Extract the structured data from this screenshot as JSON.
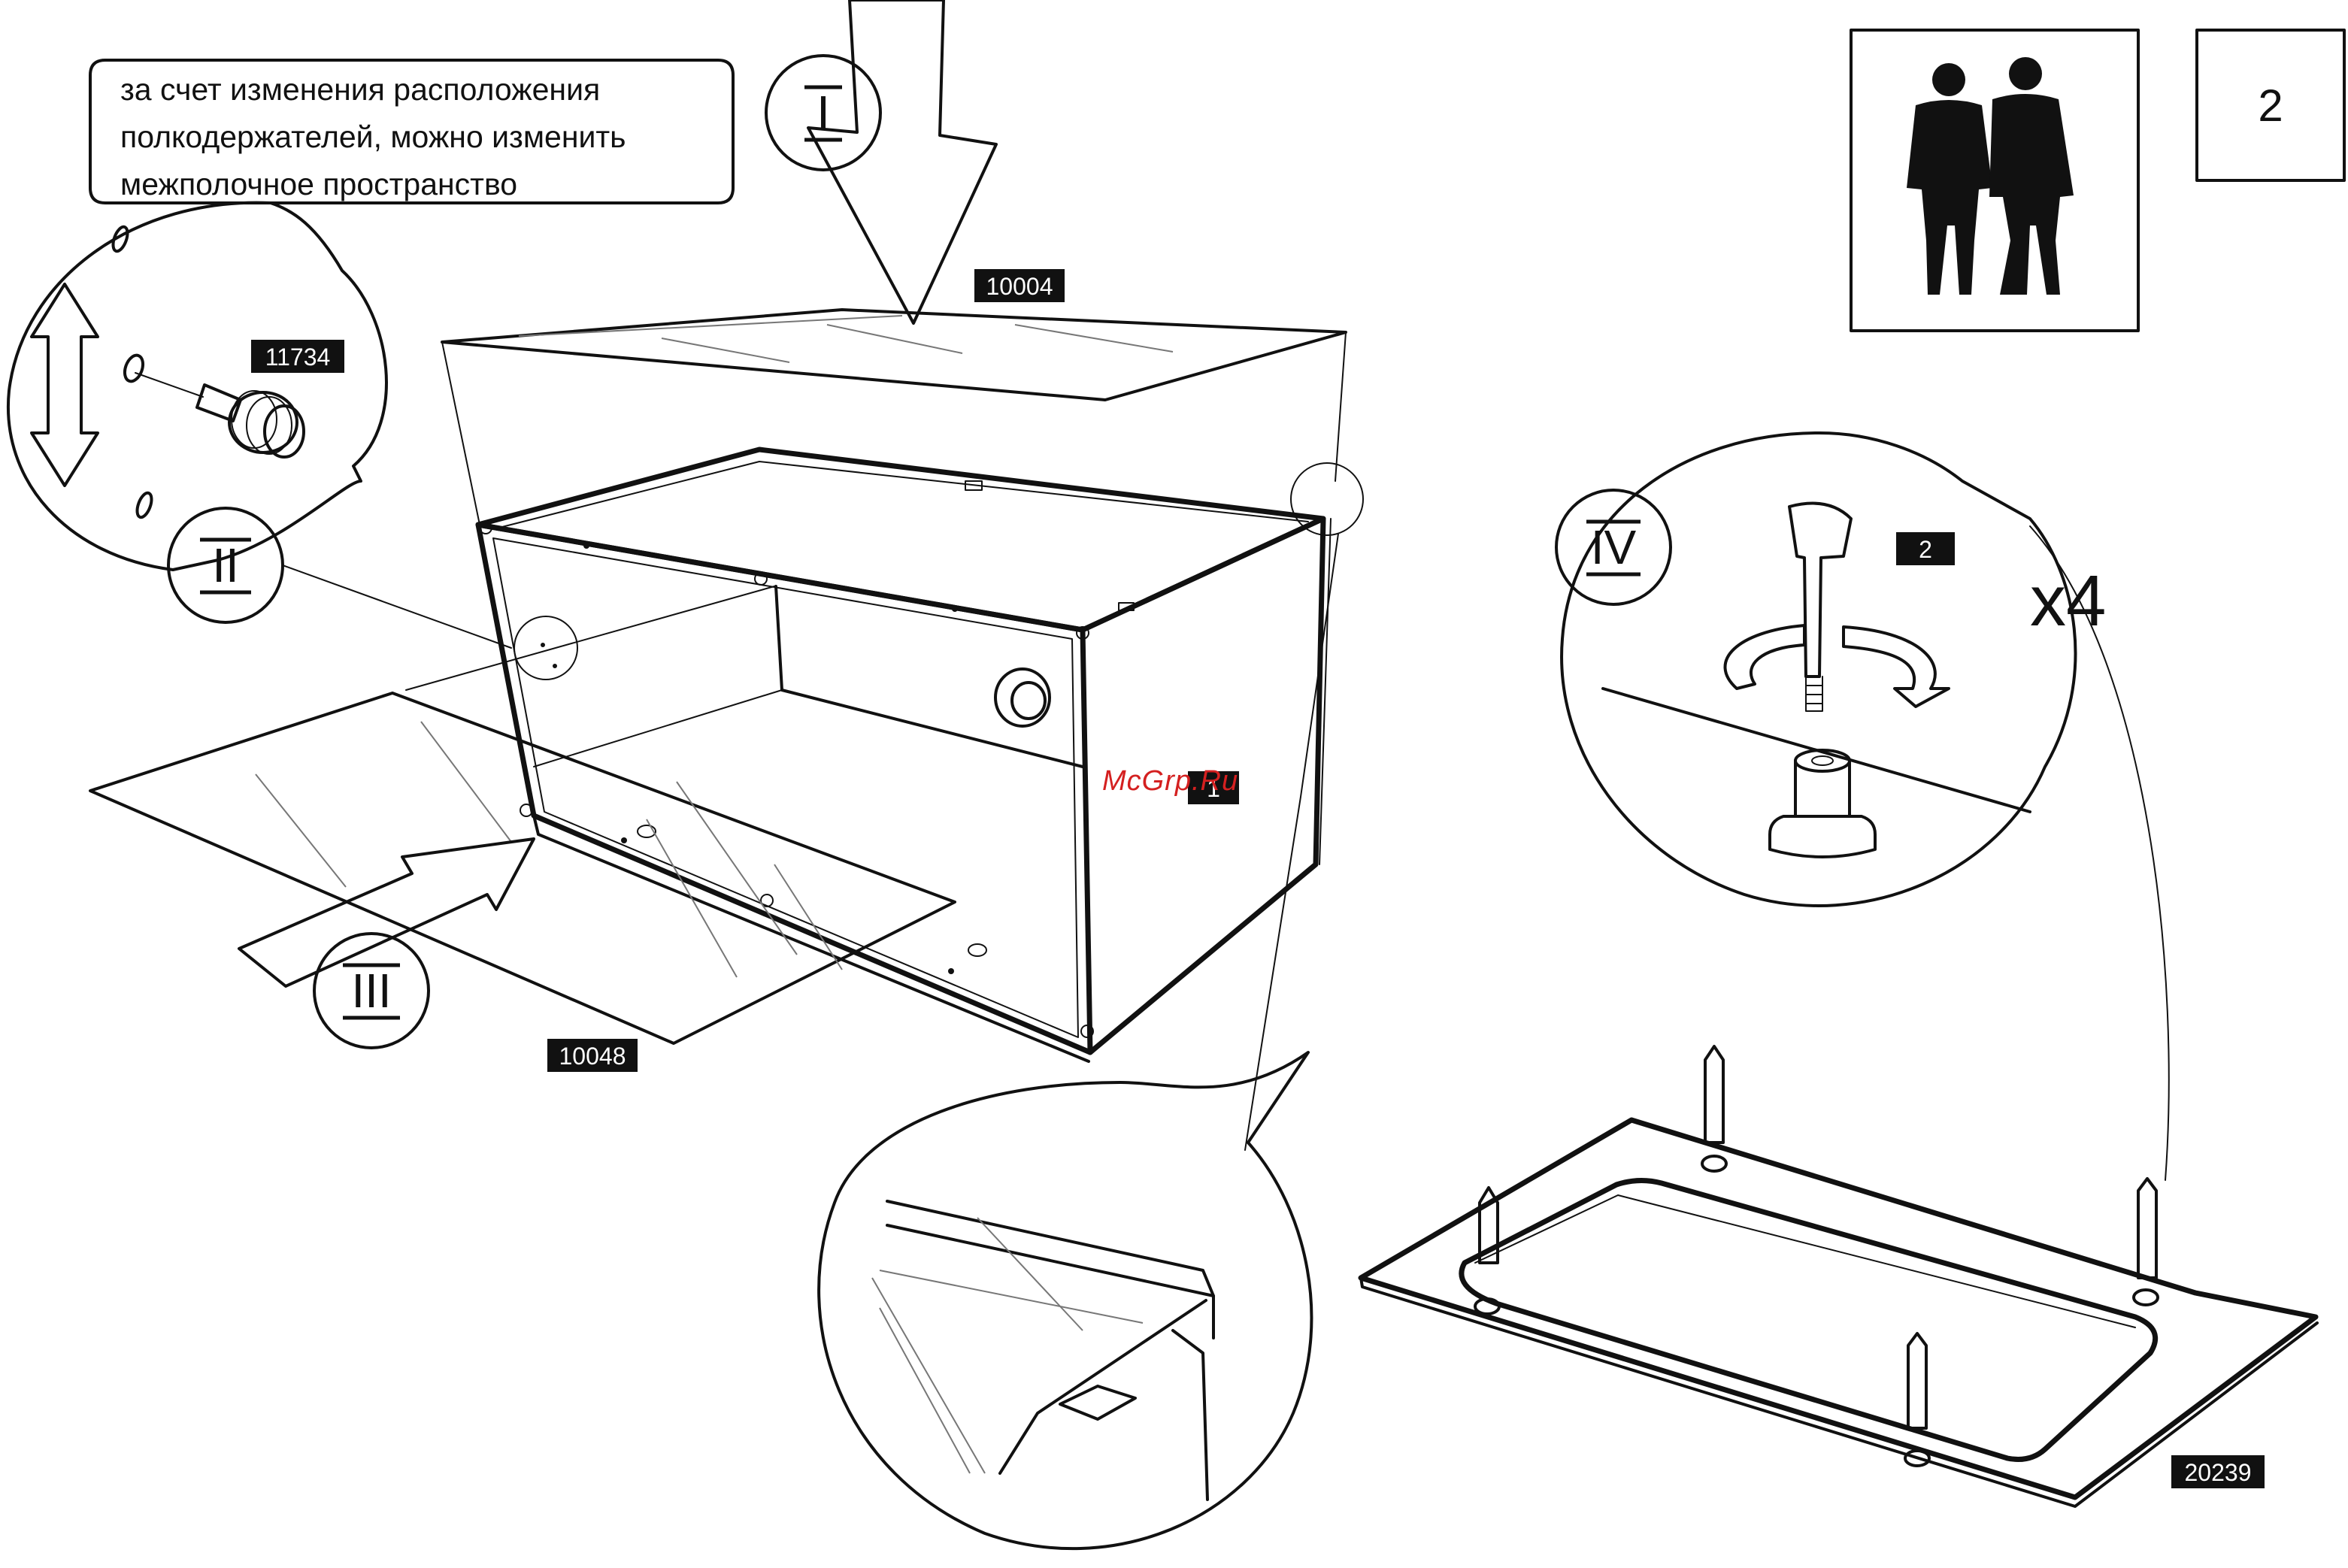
{
  "callout": {
    "lines": [
      "за счет изменения расположения",
      "полкодержателей, можно изменить",
      "межполочное пространство"
    ]
  },
  "step": {
    "number": "2",
    "people_count": 2
  },
  "parts": {
    "top_panel": "10004",
    "shelf_support": "11734",
    "glass_shelf": "10048",
    "cabinet": "1",
    "leveler": "2",
    "base_frame": "20239"
  },
  "step_markers": [
    "I",
    "II",
    "III",
    "IV"
  ],
  "quantity_label": "x4",
  "watermark": "McGrp.Ru",
  "colors": {
    "ink": "#111111",
    "watermark": "#d42020",
    "label_bg": "#111111",
    "label_text": "#ffffff"
  }
}
